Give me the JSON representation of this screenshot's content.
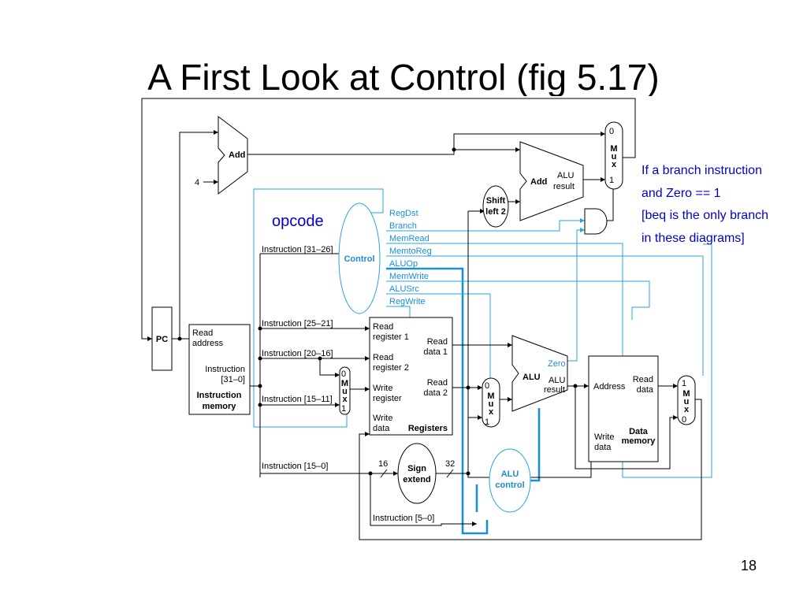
{
  "slide": {
    "title": "A First Look at Control (fig 5.17)",
    "page_number": "18",
    "opcode_label": "opcode",
    "note_lines": [
      "If a branch instruction",
      "and Zero == 1",
      "[beq is the only branch",
      "in these diagrams]"
    ]
  },
  "diagram": {
    "pc": "PC",
    "const_four": "4",
    "adder_pc": "Add",
    "adder_branch": {
      "name": "Add",
      "out_line1": "ALU",
      "out_line2": "result"
    },
    "shift": {
      "line1": "Shift",
      "line2": "left 2"
    },
    "mux_top": {
      "in0": "0",
      "label": [
        "M",
        "u",
        "x"
      ],
      "in1": "1"
    },
    "mux_reg": {
      "in0": "0",
      "label": [
        "M",
        "u",
        "x"
      ],
      "in1": "1"
    },
    "mux_alu": {
      "in0": "0",
      "label": [
        "M",
        "u",
        "x"
      ],
      "in1": "1"
    },
    "mux_mem": {
      "in1": "1",
      "label": [
        "M",
        "u",
        "x"
      ],
      "in0": "0"
    },
    "control": "Control",
    "control_signals": [
      "RegDst",
      "Branch",
      "MemRead",
      "MemtoReg",
      "ALUOp",
      "MemWrite",
      "ALUSrc",
      "RegWrite"
    ],
    "instr_mem": {
      "read_address": [
        "Read",
        "address"
      ],
      "instruction": [
        "Instruction",
        "[31–0]"
      ],
      "name": [
        "Instruction",
        "memory"
      ]
    },
    "fields": {
      "i31_26": "Instruction [31–26]",
      "i25_21": "Instruction [25–21]",
      "i20_16": "Instruction [20–16]",
      "i15_11": "Instruction [15–11]",
      "i15_0": "Instruction [15–0]",
      "i5_0": "Instruction [5–0]"
    },
    "registers": {
      "read_reg1": [
        "Read",
        "register 1"
      ],
      "read_reg2": [
        "Read",
        "register 2"
      ],
      "write_reg": [
        "Write",
        "register"
      ],
      "write_data": [
        "Write",
        "data"
      ],
      "read_data1": [
        "Read",
        "data 1"
      ],
      "read_data2": [
        "Read",
        "data 2"
      ],
      "name": "Registers"
    },
    "sign_extend": {
      "line1": "Sign",
      "line2": "extend",
      "in_bits": "16",
      "out_bits": "32"
    },
    "alu": {
      "name": "ALU",
      "zero": "Zero",
      "result_line1": "ALU",
      "result_line2": "result"
    },
    "alu_control": {
      "line1": "ALU",
      "line2": "control"
    },
    "data_mem": {
      "address": "Address",
      "read_data": [
        "Read",
        "data"
      ],
      "write_data": [
        "Write",
        "data"
      ],
      "name": [
        "Data",
        "memory"
      ]
    }
  }
}
